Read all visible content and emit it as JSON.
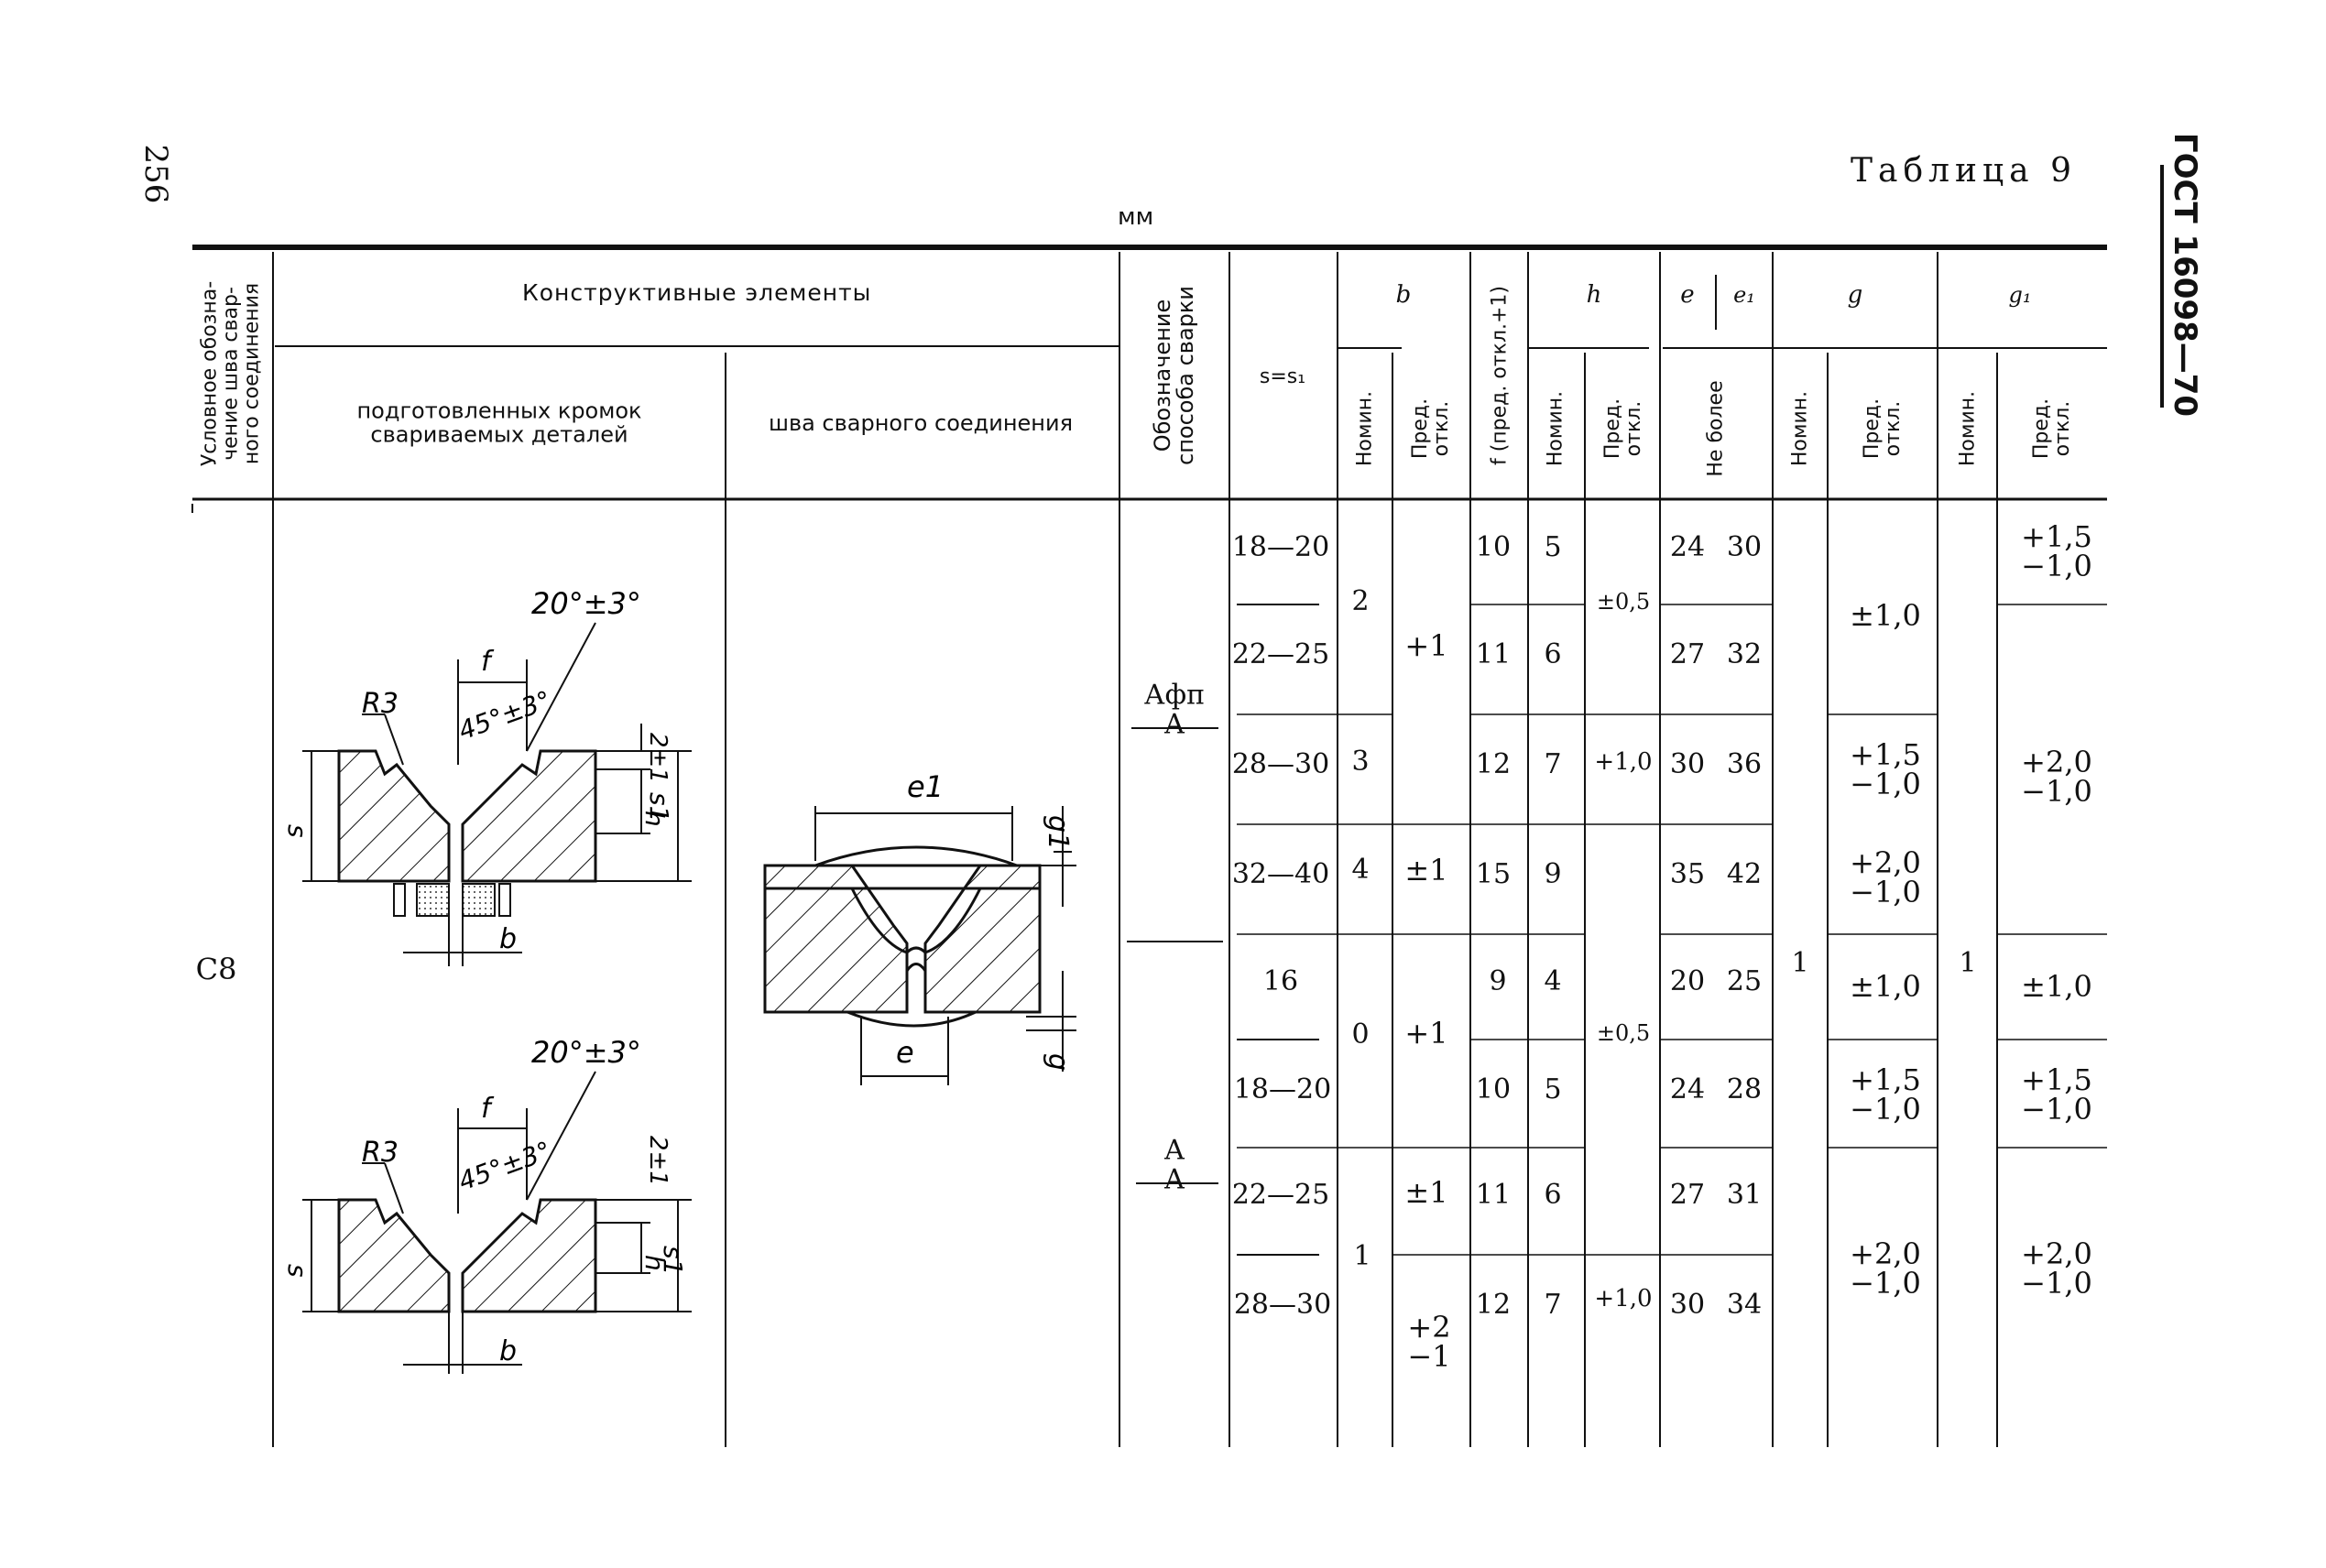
{
  "page": {
    "number": "256",
    "table_title": "Таблица 9",
    "gost": "ГОСТ 16098—70",
    "unit": "мм"
  },
  "header": {
    "cond": [
      "Условное обозна-",
      "чение шва свар-",
      "ного соединения"
    ],
    "constructive": "Конструктивные элементы",
    "prepared": [
      "подготовленных кромок",
      "свариваемых деталей"
    ],
    "seam": "шва сварного соединения",
    "method": [
      "Обозначение",
      "способа сварки"
    ],
    "s": "s=s₁",
    "b": "b",
    "f": "f (пред. откл.+1)",
    "h": "h",
    "e": "e",
    "e1": "e₁",
    "g": "g",
    "g1": "g₁",
    "nom": "Номин.",
    "dev": [
      "Пред.",
      "откл."
    ],
    "max": "Не более"
  },
  "row_label": "С8",
  "methods": [
    {
      "num": "Афп",
      "den": "А"
    },
    {
      "num": "А",
      "den": "А"
    }
  ],
  "rows": [
    {
      "s": "18—20",
      "f": "10",
      "h": "5",
      "e": "24",
      "e1": "30"
    },
    {
      "s": "22—25",
      "f": "11",
      "h": "6",
      "e": "27",
      "e1": "32"
    },
    {
      "s": "28—30",
      "f": "12",
      "h": "7",
      "e": "30",
      "e1": "36"
    },
    {
      "s": "32—40",
      "f": "15",
      "h": "9",
      "e": "35",
      "e1": "42"
    },
    {
      "s": "16",
      "f": "9",
      "h": "4",
      "e": "20",
      "e1": "25"
    },
    {
      "s": "18—20",
      "f": "10",
      "h": "5",
      "e": "24",
      "e1": "28"
    },
    {
      "s": "22—25",
      "f": "11",
      "h": "6",
      "e": "27",
      "e1": "31"
    },
    {
      "s": "28—30",
      "f": "12",
      "h": "7",
      "e": "30",
      "e1": "34"
    }
  ],
  "b_nom": [
    "2",
    "3",
    "4",
    "0",
    "1"
  ],
  "b_dev": [
    "+1",
    "±1",
    "+1",
    "±1",
    [
      "+2",
      "−1"
    ]
  ],
  "h_dev": [
    "±0,5",
    "+1,0",
    "±0,5",
    "+1,0"
  ],
  "g_nom": "1",
  "g_dev": [
    "±1,0",
    [
      "+1,5",
      "−1,0"
    ],
    [
      "+2,0",
      "−1,0"
    ],
    "±1,0",
    [
      "+1,5",
      "−1,0"
    ],
    [
      "+2,0",
      "−1,0"
    ]
  ],
  "g1_nom": "1",
  "g1_dev": [
    [
      "+1,5",
      "−1,0"
    ],
    [
      "+2,0",
      "−1,0"
    ],
    "±1,0",
    [
      "+1,5",
      "−1,0"
    ],
    [
      "+2,0",
      "−1,0"
    ]
  ],
  "drawing_labels": {
    "angle1": "20°±3°",
    "angle2": "45°±3°",
    "radius": "R3",
    "f": "f",
    "two": "2±1",
    "s": "s",
    "h": "h",
    "s1": "s1",
    "b": "b",
    "e1": "e1",
    "e": "e",
    "g1": "g1",
    "g": "g"
  }
}
